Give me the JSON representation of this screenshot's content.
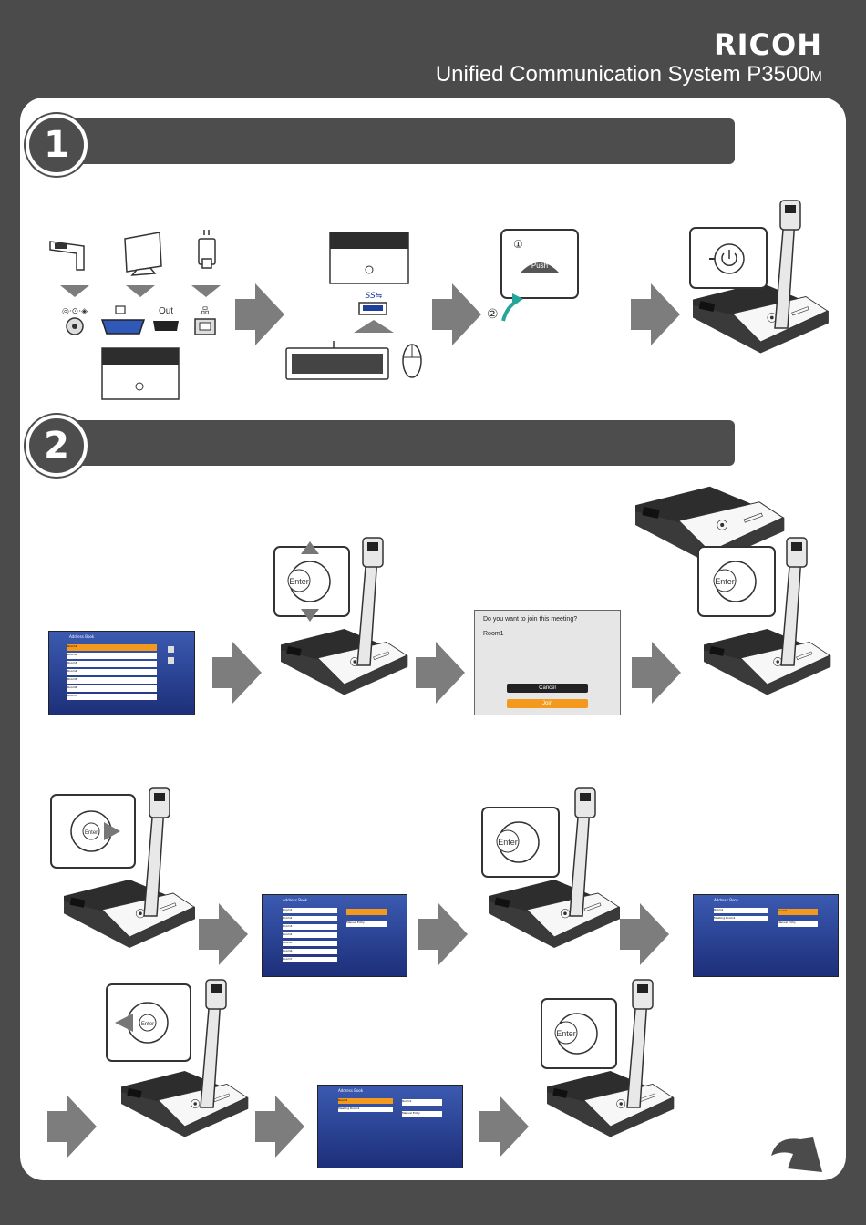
{
  "header": {
    "brand": "RICOH",
    "product_main": "Unified Communication System  P3500",
    "product_suffix": "M"
  },
  "steps": [
    {
      "number": "1"
    },
    {
      "number": "2"
    }
  ],
  "connectors": {
    "power_symbol": "◎·⊙·◈",
    "display_out": "Out",
    "usb_label": "SS⇋"
  },
  "icons": [
    "power-cable-icon",
    "monitor-icon",
    "lan-plug-icon",
    "keyboard-icon",
    "mouse-icon",
    "power-button-icon",
    "up-arrow-icon",
    "down-arrow-icon",
    "right-arrow-icon",
    "left-arrow-icon",
    "next-page-icon"
  ],
  "callouts": {
    "push": "Push",
    "enter": "Enter",
    "circle1": "①",
    "circle2": "②"
  },
  "dialog": {
    "question": "Do you want to join this meeting?",
    "room": "Room1",
    "cancel": "Cancel",
    "join": "Join"
  },
  "address_book": {
    "title": "Address Book",
    "rows": [
      "Room1",
      "Room2",
      "Room3",
      "Room4",
      "Room5",
      "Room6",
      "Room7"
    ],
    "search_rows": [
      "Room1",
      "Meeting Room1"
    ],
    "manual_entry": "Manual Entry"
  },
  "colors": {
    "accent": "#f39a1e",
    "dark": "#4b4b4b",
    "arrow": "#7d7d7d"
  }
}
